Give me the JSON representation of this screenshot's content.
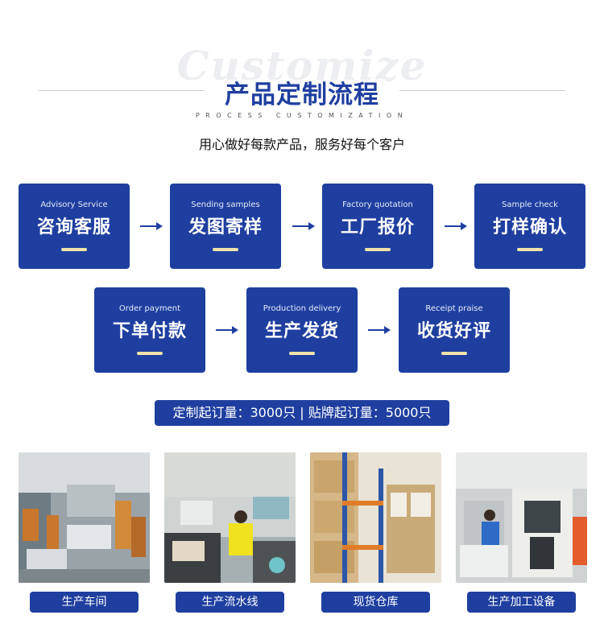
{
  "header": {
    "watermark": "Customize",
    "title": "产品定制流程",
    "subtitle_en": "PROCESS CUSTOMIZATION",
    "tagline": "用心做好每款产品，服务好每个客户"
  },
  "steps": [
    {
      "en": "Advisory Service",
      "cn": "咨询客服"
    },
    {
      "en": "Sending samples",
      "cn": "发图寄样"
    },
    {
      "en": "Factory quotation",
      "cn": "工厂报价"
    },
    {
      "en": "Sample check",
      "cn": "打样确认"
    },
    {
      "en": "Order payment",
      "cn": "下单付款"
    },
    {
      "en": "Production delivery",
      "cn": "生产发货"
    },
    {
      "en": "Receipt praise",
      "cn": "收货好评"
    }
  ],
  "moq_text": "定制起订量：3000只 | 贴牌起订量：5000只",
  "photos": [
    {
      "caption": "生产车间"
    },
    {
      "caption": "生产流水线"
    },
    {
      "caption": "现货仓库"
    },
    {
      "caption": "生产加工设备"
    }
  ],
  "colors": {
    "brand_blue": "#1f3fa0",
    "accent_bar": "#f2e3a8"
  }
}
